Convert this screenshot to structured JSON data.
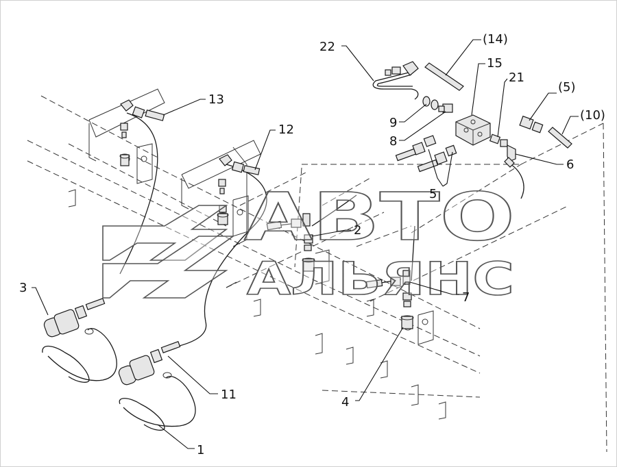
{
  "callouts": [
    {
      "id": "c22",
      "text": "22"
    },
    {
      "id": "c14",
      "text": "(14)"
    },
    {
      "id": "c15",
      "text": "15"
    },
    {
      "id": "c21",
      "text": "21"
    },
    {
      "id": "c5p",
      "text": "(5)"
    },
    {
      "id": "c10p",
      "text": "(10)"
    },
    {
      "id": "c13",
      "text": "13"
    },
    {
      "id": "c12",
      "text": "12"
    },
    {
      "id": "c9",
      "text": "9"
    },
    {
      "id": "c8",
      "text": "8"
    },
    {
      "id": "c6",
      "text": "6"
    },
    {
      "id": "c5",
      "text": "5"
    },
    {
      "id": "c2",
      "text": "2"
    },
    {
      "id": "c7",
      "text": "7"
    },
    {
      "id": "c3",
      "text": "3"
    },
    {
      "id": "c11",
      "text": "11"
    },
    {
      "id": "c4",
      "text": "4"
    },
    {
      "id": "c1",
      "text": "1"
    }
  ],
  "watermark": {
    "line1": "АВТО",
    "line2": "АЛЬЯНС"
  }
}
